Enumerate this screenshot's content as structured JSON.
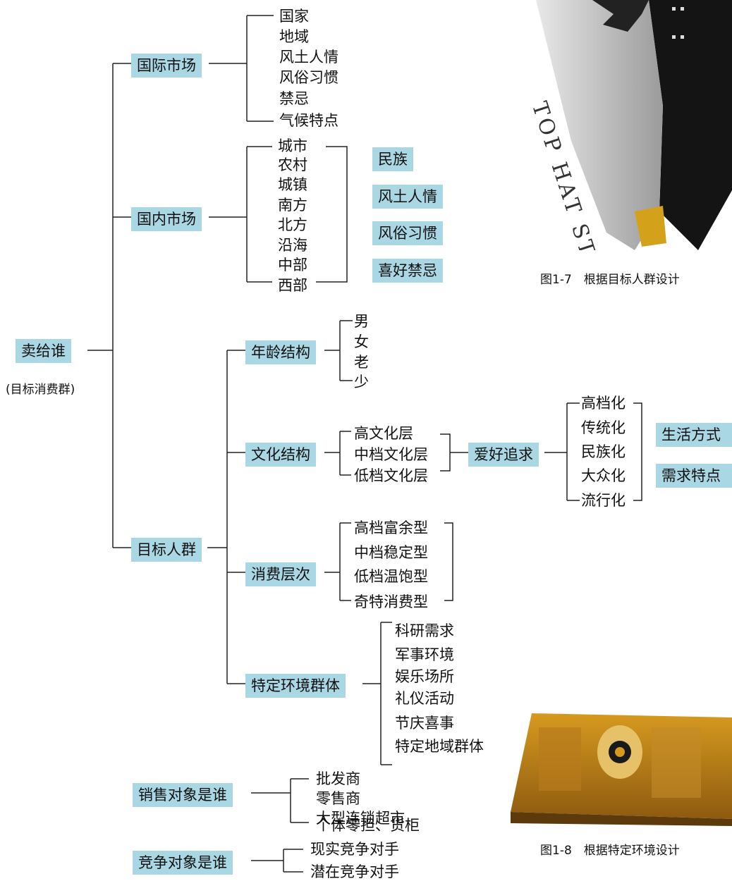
{
  "root": {
    "label": "卖给谁",
    "sublabel": "(目标消费群)"
  },
  "intl": {
    "label": "国际市场",
    "items": [
      "国家",
      "地域",
      "风土人情",
      "风俗习惯",
      "禁忌",
      "气候特点"
    ]
  },
  "domestic": {
    "label": "国内市场",
    "items": [
      "城市",
      "农村",
      "城镇",
      "南方",
      "北方",
      "沿海",
      "中部",
      "西部"
    ],
    "tags": [
      "民族",
      "风土人情",
      "风俗习惯",
      "喜好禁忌"
    ]
  },
  "target": {
    "label": "目标人群",
    "age": {
      "label": "年龄结构",
      "items": [
        "男",
        "女",
        "老",
        "少"
      ]
    },
    "culture": {
      "label": "文化结构",
      "items": [
        "高文化层",
        "中档文化层",
        "低档文化层"
      ],
      "hobby": "爱好追求",
      "styles": [
        "高档化",
        "传统化",
        "民族化",
        "大众化",
        "流行化"
      ],
      "tags": [
        "生活方式",
        "需求特点"
      ]
    },
    "consumption": {
      "label": "消费层次",
      "items": [
        "高档富余型",
        "中档稳定型",
        "低档温饱型",
        "奇特消费型"
      ]
    },
    "environment": {
      "label": "特定环境群体",
      "items": [
        "科研需求",
        "军事环境",
        "娱乐场所",
        "礼仪活动",
        "节庆喜事",
        "特定地域群体"
      ]
    }
  },
  "sales": {
    "label": "销售对象是谁",
    "items": [
      "批发商",
      "零售商",
      "大型连锁超市",
      "个体零担、货柜"
    ]
  },
  "competition": {
    "label": "竞争对象是谁",
    "items": [
      "现实竞争对手",
      "潜在竞争对手"
    ]
  },
  "figures": {
    "fig1": {
      "caption": "图1-7　根据目标人群设计",
      "packaging_text": "TOP HAT STORY"
    },
    "fig2": {
      "caption": "图1-8　根据特定环境设计"
    }
  }
}
